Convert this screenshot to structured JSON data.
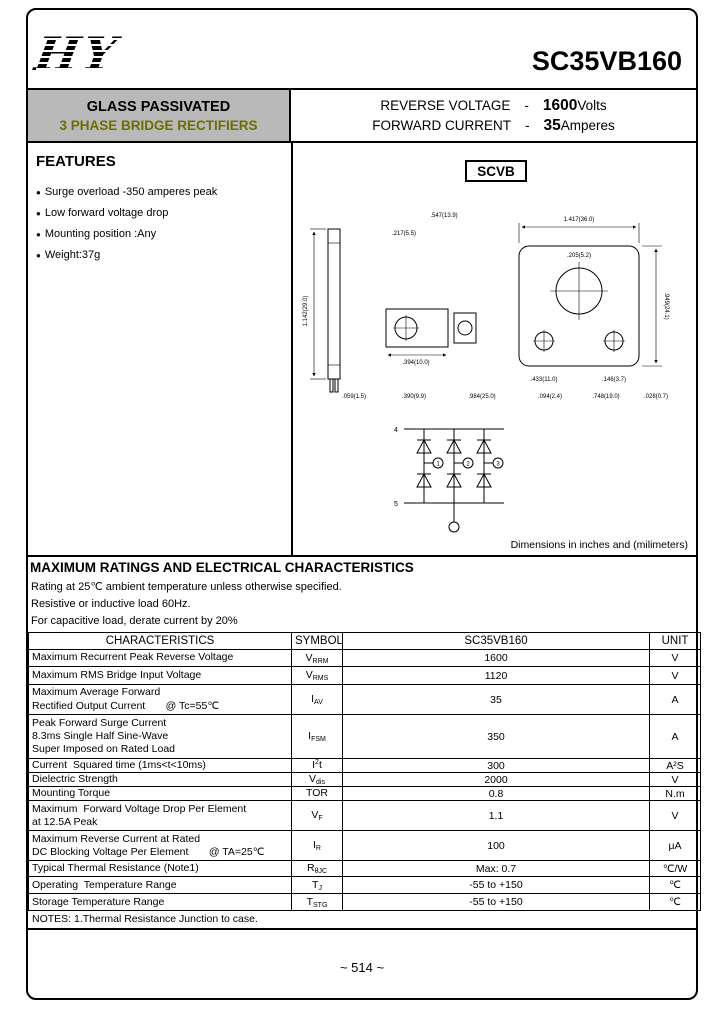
{
  "page": {
    "logo": "HY",
    "part_number": "SC35VB160",
    "footer": "~ 514 ~"
  },
  "header": {
    "left_line1": "GLASS PASSIVATED",
    "left_line2": "3 PHASE BRIDGE RECTIFIERS",
    "row1_label": "REVERSE VOLTAGE",
    "row1_dash": "-",
    "row1_value": "1600",
    "row1_unit": "Volts",
    "row2_label": "FORWARD CURRENT",
    "row2_dash": "-",
    "row2_value": "35",
    "row2_unit": "Amperes"
  },
  "features": {
    "title": "FEATURES",
    "bullet": "●",
    "items": [
      "Surge overload -350 amperes peak",
      "Low  forward voltage drop",
      "Mounting position :Any",
      "Weight:37g"
    ]
  },
  "drawing": {
    "package_label": "SCVB",
    "caption": "Dimensions in inches and (milimeters)",
    "dim_labels": [
      "1.417(36.0)",
      ".547(13.9)",
      ".217(5.5)",
      "1.142(29.0)",
      ".949(24.1)",
      ".394(10.0)",
      ".433(11.0)",
      ".146(3.7)",
      ".205(5.2)",
      ".984(25.0)",
      ".059(1.5)",
      ".390(9.9)",
      ".094(2.4)",
      ".748(19.0)",
      ".028(0.7)"
    ],
    "schematic": {
      "pos_label": "4",
      "neg_label": "5",
      "phase_labels": [
        "1",
        "2",
        "3"
      ]
    }
  },
  "ratings": {
    "title": "MAXIMUM RATINGS AND ELECTRICAL CHARACTERISTICS",
    "lines": [
      "Rating at 25℃ ambient temperature unless otherwise specified.",
      "Resistive or inductive load 60Hz.",
      "For capacitive load, derate current by 20%"
    ]
  },
  "table": {
    "headers": [
      "CHARACTERISTICS",
      "SYMBOL",
      "SC35VB160",
      "UNIT"
    ],
    "rows": [
      {
        "lines": [
          "Maximum Recurrent Peak Reverse Voltage"
        ],
        "sym_pre": "V",
        "sym_sup": "",
        "sym_sub": "RRM",
        "sym_post": "",
        "value": "1600",
        "unit": "V"
      },
      {
        "lines": [
          "Maximum RMS Bridge Input Voltage"
        ],
        "sym_pre": "V",
        "sym_sup": "",
        "sym_sub": "RMS",
        "sym_post": "",
        "value": "1120",
        "unit": "V"
      },
      {
        "lines": [
          "Maximum Average Forward",
          "Rectified Output Current       @ Tc=55℃"
        ],
        "sym_pre": "I",
        "sym_sup": "",
        "sym_sub": "AV",
        "sym_post": "",
        "value": "35",
        "unit": "A"
      },
      {
        "lines": [
          "Peak Forward Surge Current",
          "8.3ms Single Half Sine-Wave",
          "Super Imposed on Rated Load"
        ],
        "sym_pre": "I",
        "sym_sup": "",
        "sym_sub": "FSM",
        "sym_post": "",
        "value": "350",
        "unit": "A"
      },
      {
        "lines": [
          "Current  Squared time (1ms<t<10ms)"
        ],
        "sym_pre": "I",
        "sym_sup": "2",
        "sym_sub": "",
        "sym_post": "t",
        "value": "300",
        "unit": "A²S"
      },
      {
        "lines": [
          "Dielectric Strength"
        ],
        "sym_pre": "V",
        "sym_sup": "",
        "sym_sub": "dis",
        "sym_post": "",
        "value": "2000",
        "unit": "V"
      },
      {
        "lines": [
          "Mounting Torque"
        ],
        "sym_pre": "TOR",
        "sym_sup": "",
        "sym_sub": "",
        "sym_post": "",
        "value": "0.8",
        "unit": "N.m"
      },
      {
        "lines": [
          "Maximum  Forward Voltage Drop Per Element",
          "at 12.5A Peak"
        ],
        "sym_pre": "V",
        "sym_sup": "",
        "sym_sub": "F",
        "sym_post": "",
        "value": "1.1",
        "unit": "V"
      },
      {
        "lines": [
          "Maximum Reverse Current at Rated",
          "DC Blocking Voltage Per Element       @ TA=25℃"
        ],
        "sym_pre": "I",
        "sym_sup": "",
        "sym_sub": "R",
        "sym_post": "",
        "value": "100",
        "unit": "μA"
      },
      {
        "lines": [
          "Typical Thermal Resistance (Note1)"
        ],
        "sym_pre": "R",
        "sym_sup": "",
        "sym_sub": "θJC",
        "sym_post": "",
        "value": "Max: 0.7",
        "unit": "℃/W"
      },
      {
        "lines": [
          "Operating  Temperature Range"
        ],
        "sym_pre": "T",
        "sym_sup": "",
        "sym_sub": "J",
        "sym_post": "",
        "value": "-55 to +150",
        "unit": "℃"
      },
      {
        "lines": [
          "Storage Temperature Range"
        ],
        "sym_pre": "T",
        "sym_sup": "",
        "sym_sub": "STG",
        "sym_post": "",
        "value": "-55 to +150",
        "unit": "℃"
      }
    ]
  },
  "notes": "NOTES: 1.Thermal Resistance Junction to case."
}
